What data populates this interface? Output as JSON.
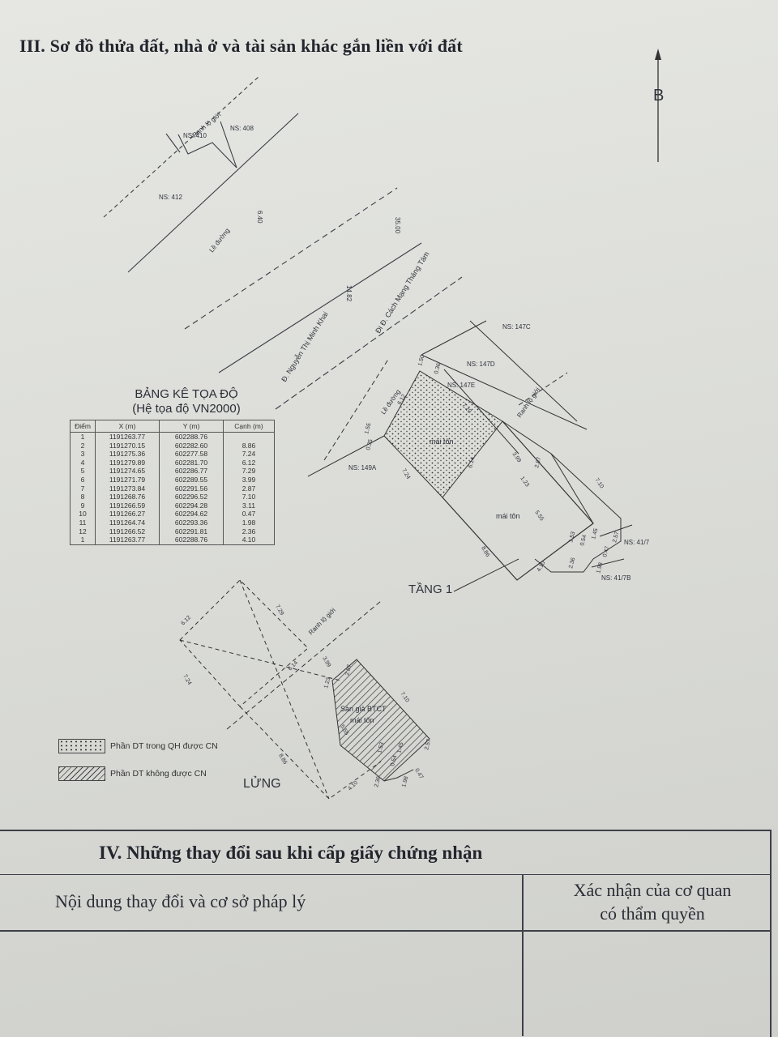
{
  "section3": {
    "title": "III. Sơ đồ thửa đất, nhà ở và tài sản khác gắn liền với đất",
    "north_label": "B"
  },
  "plan_labels": {
    "ranh_lo_gioi": "Ranh lộ giới",
    "ns_410": "NS: 410",
    "ns_408": "NS: 408",
    "ns_412": "NS: 412",
    "le_duong": "Lề đường",
    "dim_640": "6.40",
    "dim_3500": "35.00",
    "dim_1482": "14.82",
    "road_nguyen_thi_minh_khai": "Đ. Nguyễn Thị Minh Khai",
    "road_cach_mang": "Đi Đ. Cách Mạng Tháng Tám",
    "ns_147c": "NS: 147C",
    "ns_147d": "NS: 147D",
    "ns_147e": "NS: 147E",
    "ns_149a": "NS: 149A",
    "ns_417": "NS: 41/7",
    "ns_417b": "NS: 41/7B",
    "mai_ton": "mái tôn",
    "tang_1": "TẦNG 1",
    "lung": "LỬNG",
    "san_gia_btct": "Sàn giả BTCT",
    "dim_150": "1.50",
    "dim_036": "0.36",
    "dim_155": "1.55",
    "dim_035": "0.35",
    "dim_612": "6.12",
    "dim_729": "7.29",
    "dim_724": "7.24",
    "dim_614": "6.14",
    "dim_399": "3.99",
    "dim_287": "2.87",
    "dim_123": "1.23",
    "dim_710": "7.10",
    "dim_555": "5.55",
    "dim_153": "1.53",
    "dim_145": "1.45",
    "dim_054": "0.54",
    "dim_257": "2.57",
    "dim_047": "0.47",
    "dim_198": "1.98",
    "dim_236": "2.36",
    "dim_410": "4.10",
    "dim_886": "8.86"
  },
  "coord_table": {
    "title_line1": "BẢNG KÊ TỌA ĐỘ",
    "title_line2": "(Hệ tọa độ VN2000)",
    "headers": [
      "Điểm",
      "X (m)",
      "Y (m)",
      "Cạnh (m)"
    ],
    "rows": [
      [
        "1",
        "1191263.77",
        "602288.76",
        ""
      ],
      [
        "2",
        "1191270.15",
        "602282.60",
        "8.86"
      ],
      [
        "3",
        "1191275.36",
        "602277.58",
        "7.24"
      ],
      [
        "4",
        "1191279.89",
        "602281.70",
        "6.12"
      ],
      [
        "5",
        "1191274.65",
        "602286.77",
        "7.29"
      ],
      [
        "6",
        "1191271.79",
        "602289.55",
        "3.99"
      ],
      [
        "7",
        "1191273.84",
        "602291.56",
        "2.87"
      ],
      [
        "8",
        "1191268.76",
        "602296.52",
        "7.10"
      ],
      [
        "9",
        "1191266.59",
        "602294.28",
        "3.11"
      ],
      [
        "10",
        "1191266.27",
        "602294.62",
        "0.47"
      ],
      [
        "11",
        "1191264.74",
        "602293.36",
        "1.98"
      ],
      [
        "12",
        "1191266.52",
        "602291.81",
        "2.36"
      ],
      [
        "1",
        "1191263.77",
        "602288.76",
        "4.10"
      ]
    ]
  },
  "legend": {
    "item1": "Phần DT trong QH được CN",
    "item2": "Phần DT không được CN"
  },
  "section4": {
    "title": "IV. Những thay đổi sau khi cấp giấy chứng nhận",
    "col1_header": "Nội dung thay đổi và cơ sở pháp lý",
    "col2_header_line1": "Xác nhận của cơ quan",
    "col2_header_line2": "có thẩm quyền"
  }
}
